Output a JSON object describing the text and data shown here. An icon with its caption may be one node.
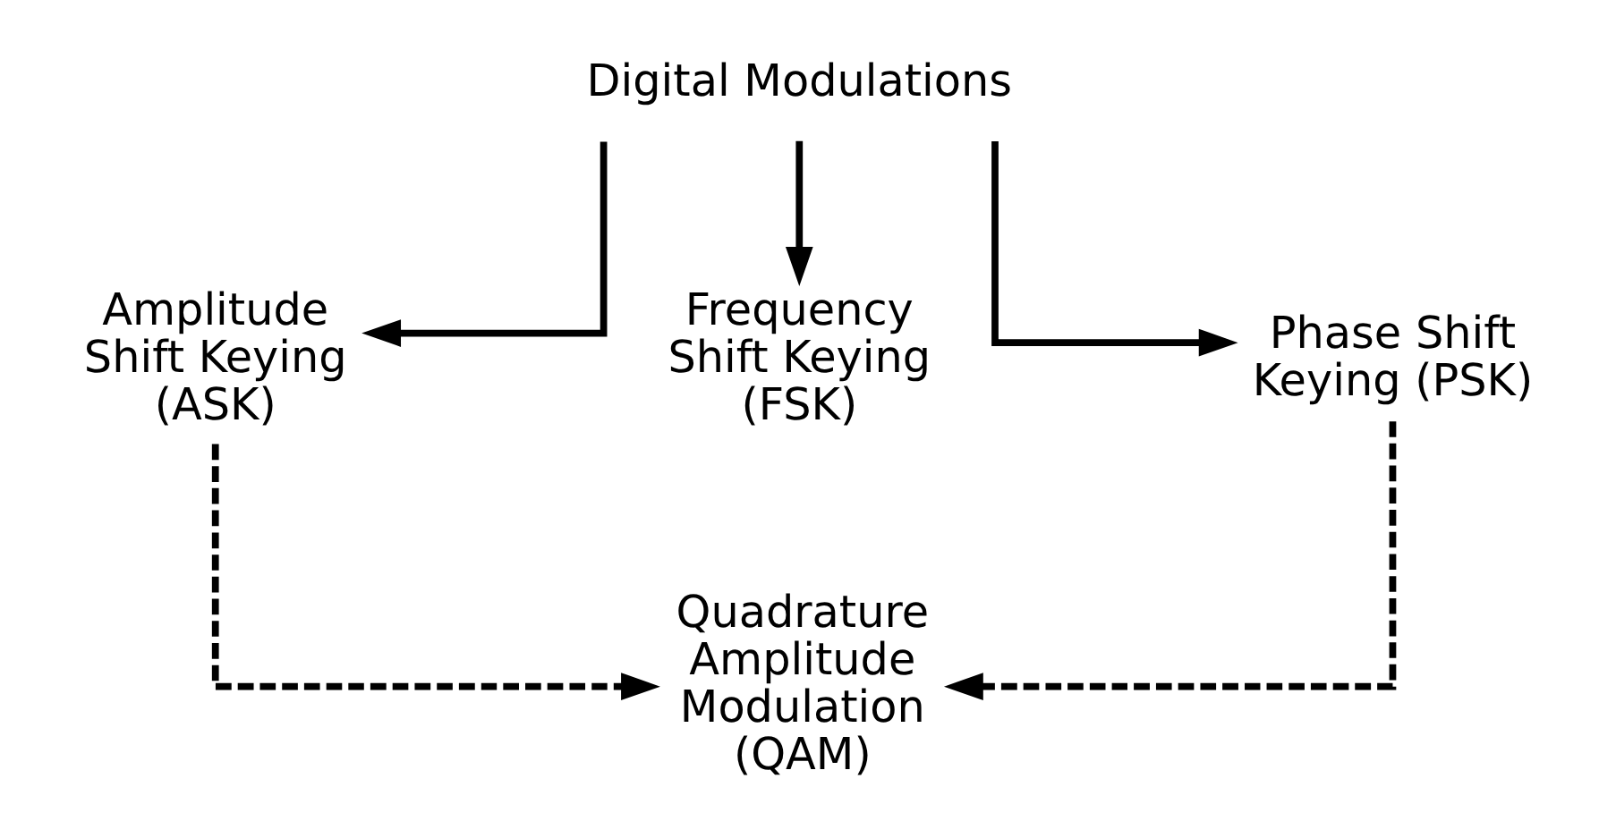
{
  "diagram": {
    "nodes": [
      {
        "text": [
          "Digital Modulations"
        ]
      },
      {
        "text": [
          "Amplitude Shift Keying (ASK)"
        ]
      },
      {
        "text": [
          "Frequency Shift Keying (FSK)"
        ]
      },
      {
        "text": [
          "Phase Shift Keying (PSK)"
        ]
      },
      {
        "text": [
          "Quadrature Amplitude Modulation (QAM)"
        ]
      }
    ],
    "edges": [
      {
        "from": 0,
        "to": 1,
        "arrow": "to"
      },
      {
        "from": 0,
        "to": 2,
        "arrow": "to"
      },
      {
        "from": 0,
        "to": 3,
        "arrow": "to"
      },
      {
        "from": 1,
        "to": 4,
        "arrow": "to",
        "style": "dashed"
      },
      {
        "from": 3,
        "to": 4,
        "arrow": "to",
        "style": "dashed"
      }
    ]
  }
}
